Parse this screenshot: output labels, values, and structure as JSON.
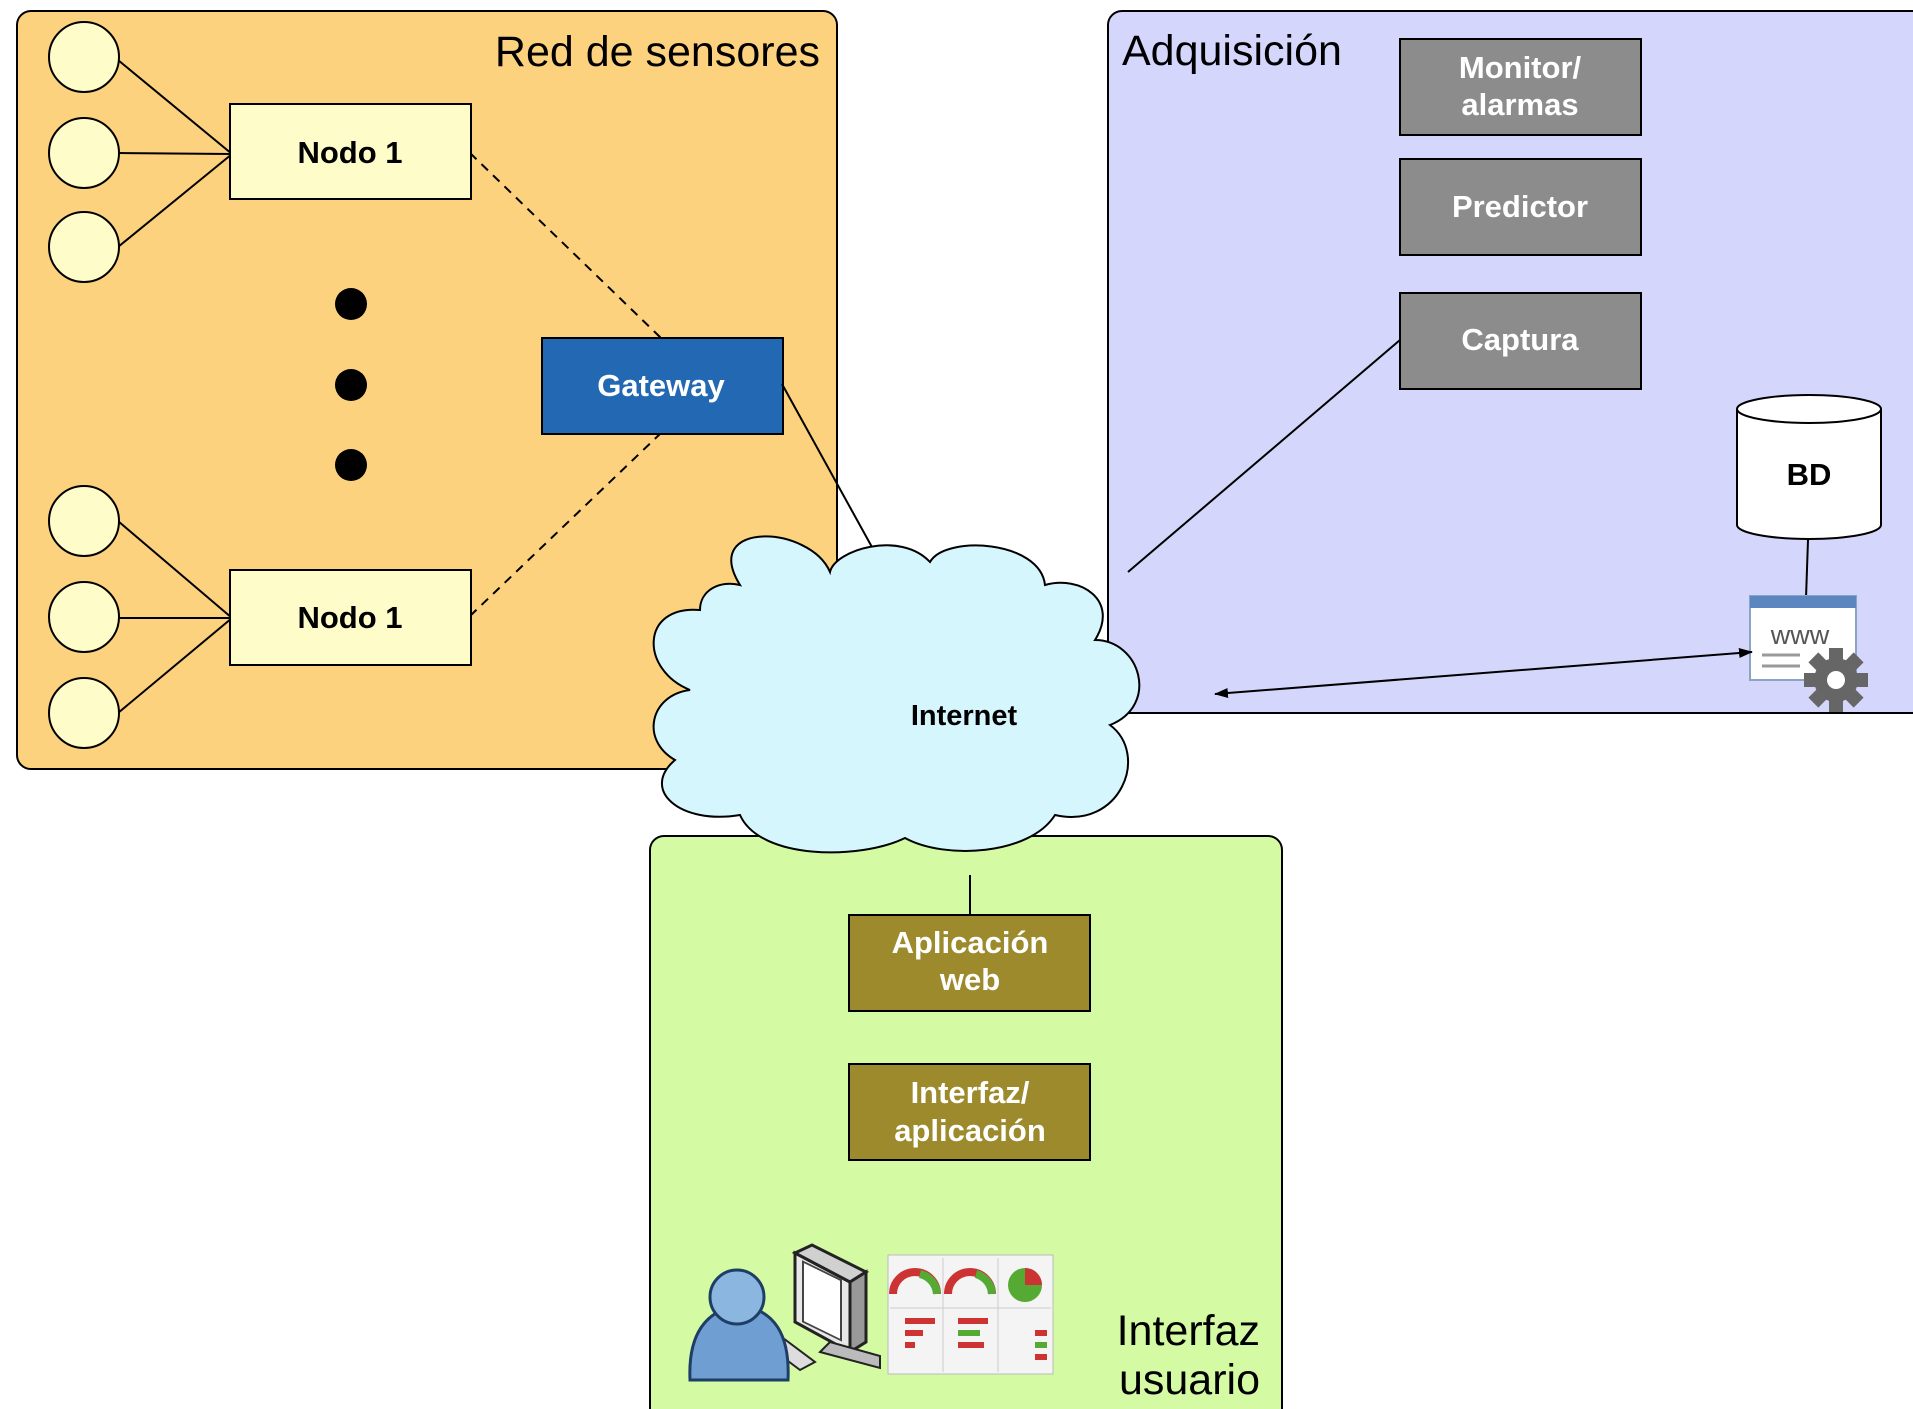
{
  "panels": {
    "sensor_network": {
      "title": "Red de sensores",
      "color": "#fdd27e"
    },
    "acquisition": {
      "title": "Adquisición",
      "color": "#d5d6fb"
    },
    "user_interface": {
      "title_line1": "Interfaz",
      "title_line2": "usuario",
      "color": "#d4fba4"
    }
  },
  "nodes": [
    {
      "label": "Nodo 1"
    },
    {
      "label": "Nodo 1"
    }
  ],
  "gateway": {
    "label": "Gateway",
    "color": "#2268b3"
  },
  "cloud": {
    "label": "Internet",
    "color": "#d6f6fe"
  },
  "acquisition_modules": {
    "monitor": {
      "line1": "Monitor/",
      "line2": "alarmas"
    },
    "predictor": {
      "label": "Predictor"
    },
    "capture": {
      "label": "Captura"
    },
    "module_color": "#8c8c8c"
  },
  "database": {
    "label": "BD"
  },
  "web_server": {
    "icon": "www-server-gear-icon",
    "text": "www"
  },
  "ui_modules": {
    "web_app": {
      "line1": "Aplicación",
      "line2": "web"
    },
    "interface_app": {
      "line1": "Interfaz/",
      "line2": "aplicación"
    },
    "module_color": "#9c8a2c"
  },
  "icons": {
    "sensor": "sensor-circle-icon",
    "user": "user-computer-icon",
    "dashboard": "dashboard-screenshot-icon"
  }
}
